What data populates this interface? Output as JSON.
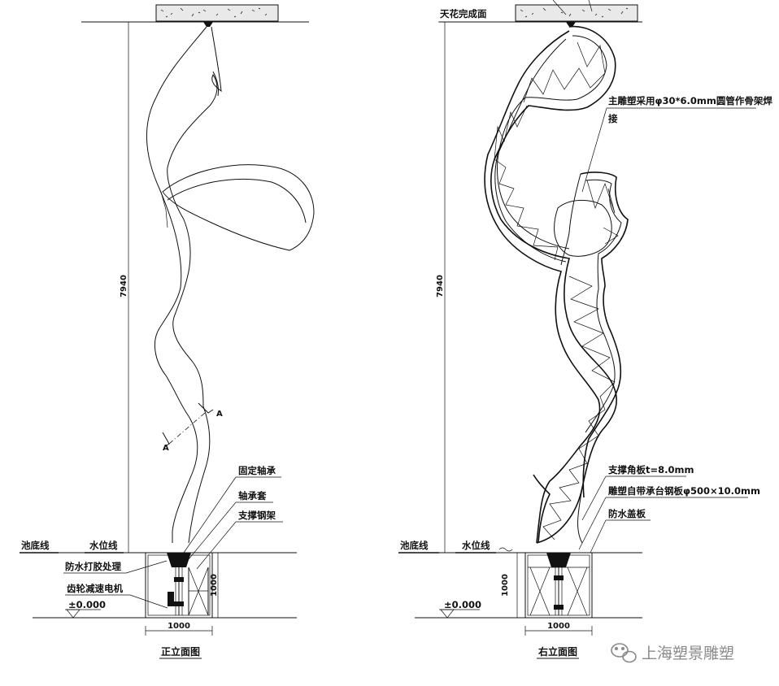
{
  "left_view": {
    "labels": {
      "fixed_bearing": "固定轴承",
      "bearing_sleeve": "轴承套",
      "support_frame": "支撑钢架",
      "pool_bottom": "池底线",
      "water_level": "水位线",
      "waterproof": "防水打胶处理",
      "motor": "齿轮减速电机",
      "elevation": "±0.000"
    },
    "dimensions": {
      "height": "7940",
      "base_height": "1000",
      "base_width": "1000"
    },
    "section_marks": [
      "A",
      "A"
    ],
    "title": "正立面图"
  },
  "right_view": {
    "labels": {
      "ceiling": "天花完成面",
      "frame_note_line1": "主雕塑采用φ30*6.0mm圆管作骨架焊",
      "frame_note_line2": "接",
      "gusset": "支撑角板t=8.0mm",
      "steel_plate": "雕塑自带承台钢板φ500×10.0mm",
      "cover": "防水盖板",
      "pool_bottom": "池底线",
      "water_level": "水位线",
      "elevation": "±0.000"
    },
    "dimensions": {
      "height": "7940",
      "base_height": "1000",
      "base_width": "1000"
    },
    "title": "右立面图"
  },
  "watermark": {
    "text": "上海塑景雕塑",
    "icon": "wechat-icon"
  }
}
